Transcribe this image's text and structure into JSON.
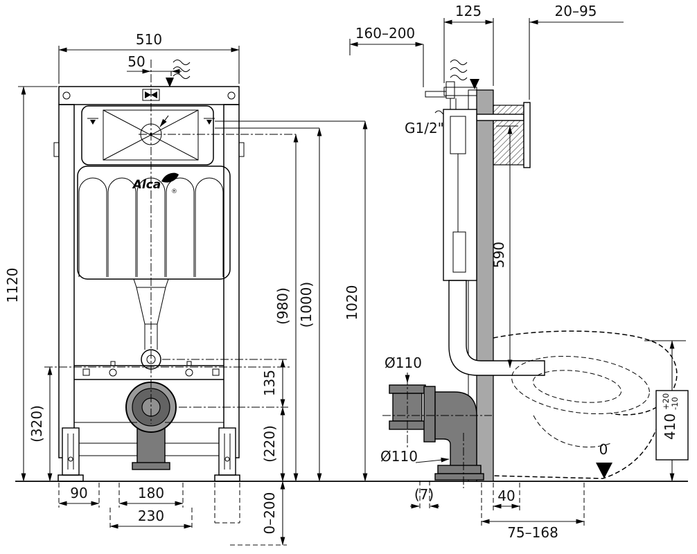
{
  "drawing": {
    "brand": {
      "logo_text": "Alca",
      "registered_mark": "®"
    },
    "front_view": {
      "dim_width_top": "510",
      "dim_inlet_offset": "50",
      "dim_total_height": "1120",
      "dim_height_alt_980": "(980)",
      "dim_height_alt_1000": "(1000)",
      "dim_height_1020": "1020",
      "dim_flush_to_outlet": "135",
      "dim_bracket_height": "(320)",
      "dim_outlet_height": "(220)",
      "dim_leg_adjustment": "0–200",
      "dim_foot_offset": "90",
      "dim_outlet_spacing": "180",
      "dim_fixing_spacing": "230"
    },
    "side_view": {
      "label_water_connection": "G1/2\"",
      "dim_depth_range": "160–200",
      "dim_frame_depth": "125",
      "dim_wall_finish_range": "20–95",
      "dim_flush_height": "590",
      "dim_outlet_dia_upper": "Ø110",
      "dim_outlet_dia_lower": "Ø110",
      "dim_bowl_height": "410",
      "dim_bowl_height_tol_plus": "+20",
      "dim_bowl_height_tol_minus": "-10",
      "label_floor_datum": "0",
      "dim_flange_gap": "(7)",
      "dim_bolt_offset": "40",
      "dim_outlet_distance_range": "75–168"
    },
    "icons": {
      "front_flush_water": "water-flow-icon",
      "front_inlet_arrow": "down-arrow-icon",
      "side_flush_water": "water-flow-icon",
      "side_inlet_arrow": "down-arrow-icon",
      "floor_datum": "datum-triangle-icon",
      "top_bar_symbol": "valve-icon"
    }
  }
}
